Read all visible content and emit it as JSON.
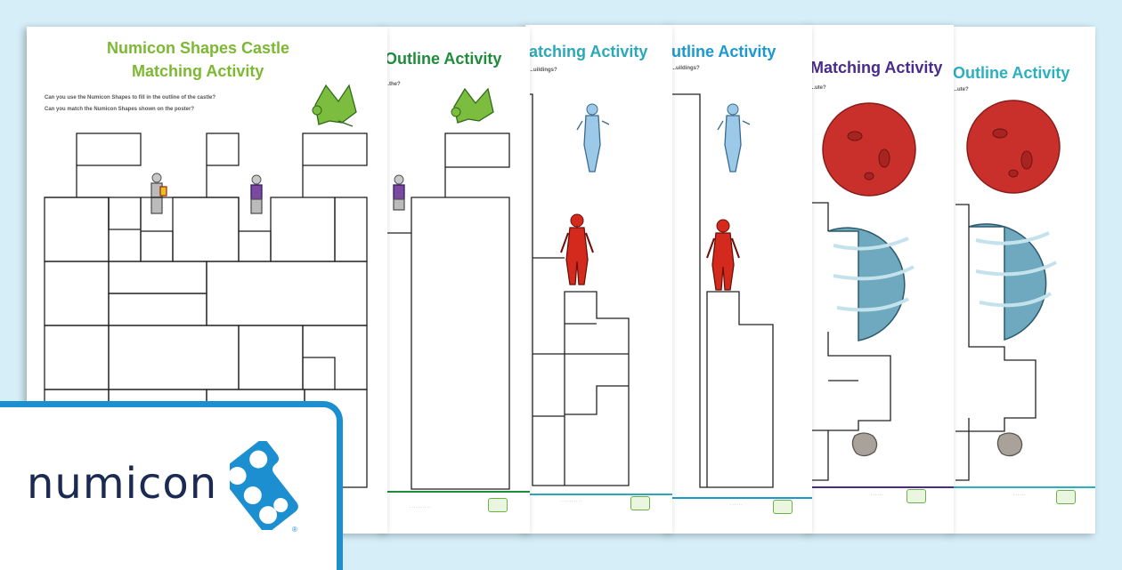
{
  "colors": {
    "background": "#d5eef8",
    "brand_blue": "#1b8fd0",
    "brand_navy": "#1a2a52",
    "castle_green": "#7cb832",
    "outline_green": "#1e8c3a",
    "hero_teal": "#2aa8b8",
    "hero_blue": "#1b98d0",
    "space_purple": "#4a2a8a",
    "space_teal": "#2ab0c0"
  },
  "sheets": [
    {
      "title": "Numicon Shapes Castle",
      "title2": "Matching Activity",
      "instruction1": "Can you use the Numicon Shapes to fill in the outline of the castle?",
      "instruction2": "Can you match the Numicon Shapes shown on the poster?"
    },
    {
      "title": "Outline Activity",
      "instruction1": "...the?"
    },
    {
      "title": "atching Activity",
      "instruction1": "...uildings?"
    },
    {
      "title": "utline Activity",
      "instruction1": "...uildings?"
    },
    {
      "title": "Matching Activity",
      "instruction1": "...ute?"
    },
    {
      "title": "Outline Activity",
      "instruction1": "...ute?"
    }
  ],
  "icons": {
    "dragon": "dragon-icon",
    "knight": "knight-icon",
    "superhero": "superhero-icon",
    "planet": "planet-icon",
    "asteroid": "asteroid-icon",
    "numicon_logo": "numicon-shape-icon"
  },
  "brand": {
    "name": "numicon",
    "registered": "®"
  }
}
